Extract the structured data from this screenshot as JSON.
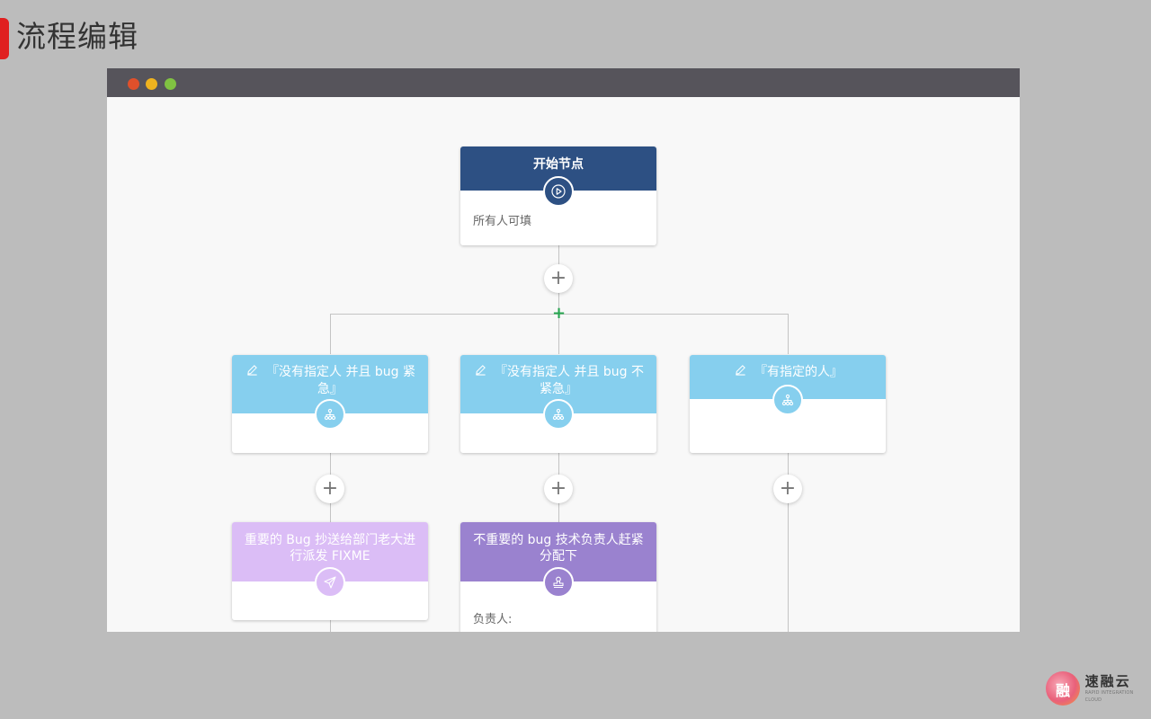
{
  "slide": {
    "title": "流程编辑"
  },
  "colors": {
    "start_header": "#2d5083",
    "condition_header": "#86cfee",
    "cc_header": "#dbbdf6",
    "approval_header": "#9a82cf",
    "slide_accent": "#e02020"
  },
  "flow": {
    "start_node": {
      "title": "开始节点",
      "body": "所有人可填",
      "icon": "play-icon"
    },
    "branches": [
      {
        "title": "『没有指定人 并且 bug 紧急』",
        "icon": "branch-icon",
        "edit_icon": "edit-icon"
      },
      {
        "title": "『没有指定人 并且 bug 不紧急』",
        "icon": "branch-icon",
        "edit_icon": "edit-icon"
      },
      {
        "title": "『有指定的人』",
        "icon": "branch-icon",
        "edit_icon": "edit-icon"
      }
    ],
    "cc_node": {
      "title": "重要的 Bug 抄送给部门老大进行派发 FIXME",
      "icon": "send-icon"
    },
    "approval_node": {
      "title": "不重要的 bug 技术负责人赶紧分配下",
      "body": "负责人:",
      "icon": "stamp-icon"
    },
    "add_button_symbol": "+"
  },
  "brand": {
    "name": "速融云",
    "tagline": "RAPID INTEGRATION CLOUD",
    "mark": "融"
  }
}
